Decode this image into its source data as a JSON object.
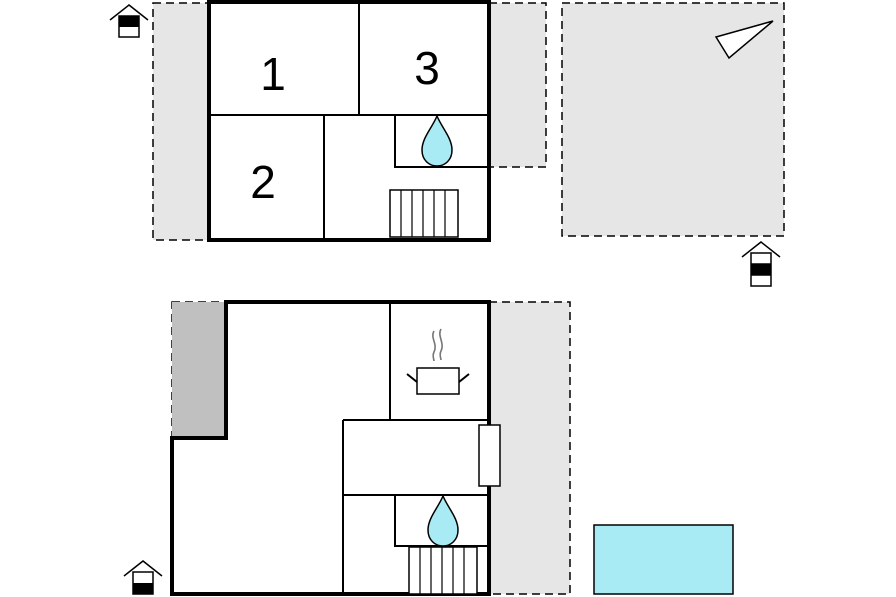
{
  "floor_plan": {
    "upper_floor": {
      "rooms": [
        {
          "label": "1"
        },
        {
          "label": "3"
        },
        {
          "label": "2"
        }
      ]
    },
    "icons": {
      "bathroom": "water-drop-icon",
      "kitchen": "cooking-pot-icon",
      "staircase": "stairs-icon",
      "house_marker": "house-icon",
      "terrace_marker": "flag-icon",
      "pool": "swimming-pool"
    },
    "colors": {
      "outdoor_area": "#e6e6e6",
      "storage": "#c0c0c0",
      "water": "#a8ebf5",
      "walls": "#000000"
    }
  }
}
